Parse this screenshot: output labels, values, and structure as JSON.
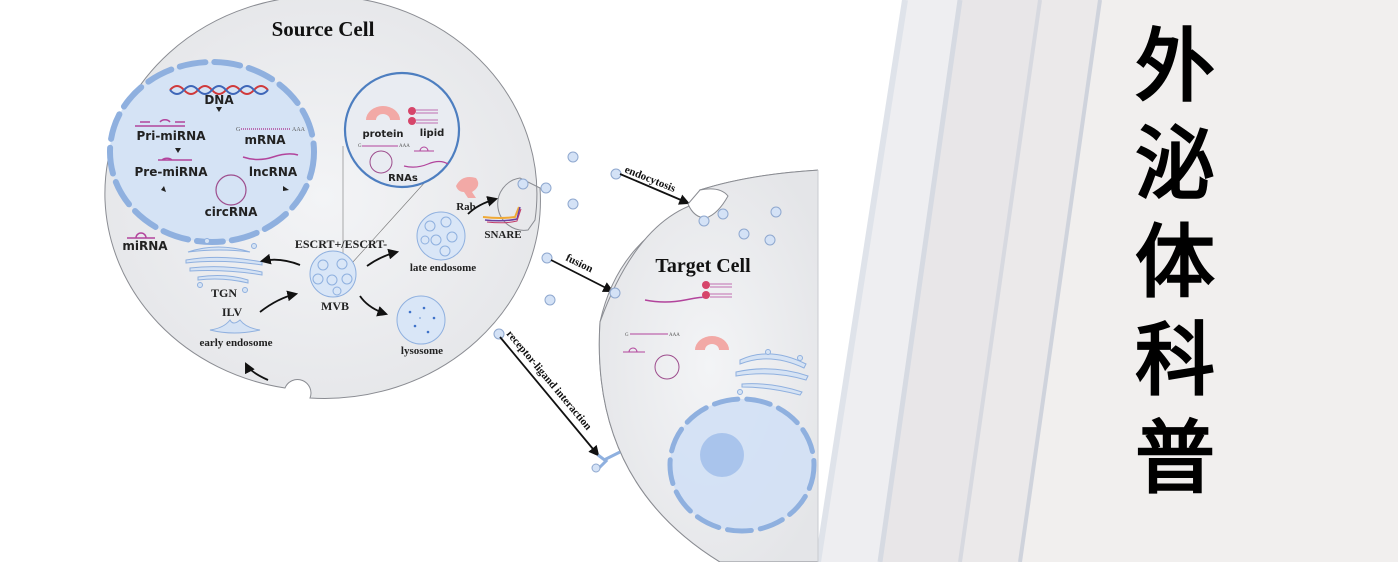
{
  "title_chars": [
    "外",
    "泌",
    "体",
    "科",
    "普"
  ],
  "source_cell": {
    "title": "Source Cell",
    "nucleus_labels": {
      "dna": "DNA",
      "pri_mirna": "Pri-miRNA",
      "mrna": "mRNA",
      "pre_mirna": "Pre-miRNA",
      "lncrna": "lncRNA",
      "circrna": "circRNA",
      "mrna_cap": "G",
      "mrna_tail": "AAA"
    },
    "mirna": "miRNA",
    "cargo": {
      "protein": "protein",
      "lipid": "lipid",
      "rnas": "RNAs",
      "mrna_cap": "G",
      "mrna_tail": "AAA"
    },
    "escrt": "ESCRT+/ESCRT-",
    "tgn": "TGN",
    "mvb": "MVB",
    "ilv": "ILV",
    "early_endosome": "early endosome",
    "late_endosome": "late endosome",
    "lysosome": "lysosome",
    "rab": "Rab",
    "snare": "SNARE"
  },
  "pathways": {
    "endocytosis": "endocytosis",
    "fusion": "fusion",
    "receptor_ligand": "receptor-ligand interaction"
  },
  "target_cell": {
    "title": "Target Cell",
    "mrna_cap": "G",
    "mrna_tail": "AAA"
  },
  "colors": {
    "cell_fill": "#ebecee",
    "nucleus_fill": "#d5e3f5",
    "membrane_blue": "#8fb0df",
    "vesicle_fill": "#d9e6f7",
    "rna_magenta": "#b2449c",
    "protein_pink": "#f2a9a6",
    "lipid_red": "#d6456a",
    "stripe_light": "#f1efee"
  }
}
